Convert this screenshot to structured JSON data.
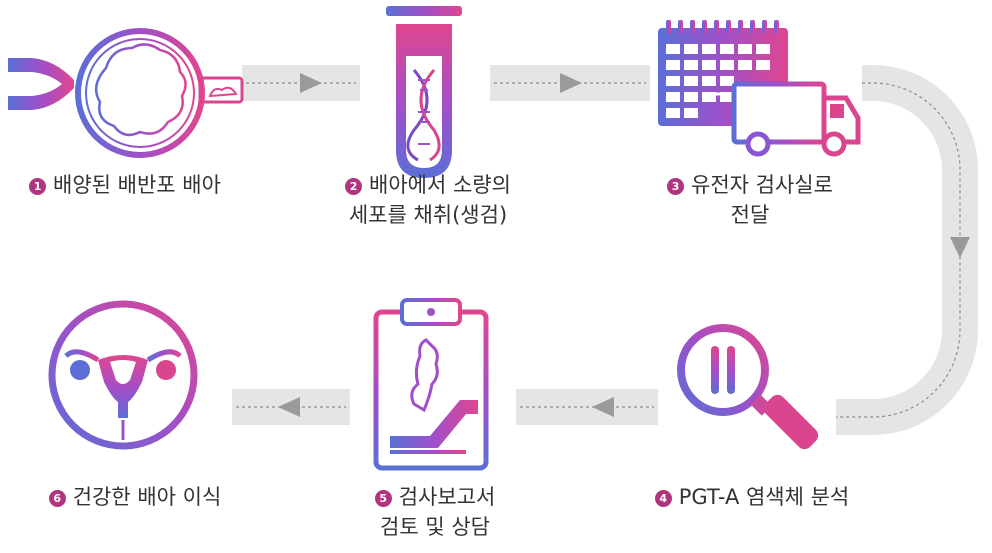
{
  "colors": {
    "gradient_start": "#5B6FD6",
    "gradient_mid": "#A04FC9",
    "gradient_end": "#E0468F",
    "connector": "#E5E5E5",
    "arrow": "#9A9A9A",
    "dashes": "#8C8C8C",
    "badge": "#B0357E",
    "text": "#333333"
  },
  "steps": [
    {
      "number": "1",
      "line1": "배양된 배반포 배아",
      "line2": "",
      "icon": "blastocyst-biopsy-icon"
    },
    {
      "number": "2",
      "line1": "배아에서 소량의",
      "line2": "세포를 채취(생검)",
      "icon": "dna-test-tube-icon"
    },
    {
      "number": "3",
      "line1": "유전자 검사실로",
      "line2": "전달",
      "icon": "calendar-delivery-truck-icon"
    },
    {
      "number": "4",
      "line1": "PGT-A 염색체 분석",
      "line2": "",
      "icon": "chromosome-magnifier-icon"
    },
    {
      "number": "5",
      "line1": "검사보고서",
      "line2": "검토 및 상담",
      "icon": "pregnancy-report-clipboard-icon"
    },
    {
      "number": "6",
      "line1": "건강한 배아 이식",
      "line2": "",
      "icon": "uterus-icon"
    }
  ]
}
